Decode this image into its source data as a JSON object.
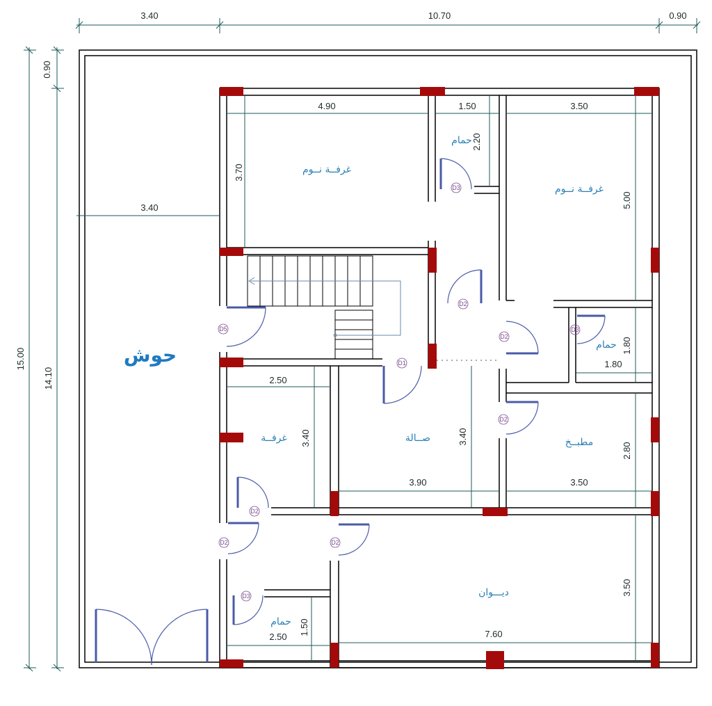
{
  "dimensions": {
    "top": [
      "3.40",
      "10.70",
      "0.90"
    ],
    "left_outer": "15.00",
    "left_inner": "14.10",
    "left_small": "0.90",
    "yard_width": "3.40",
    "bed1_w": "4.90",
    "bed1_h": "3.70",
    "bath1_w": "1.50",
    "bath1_h": "2.20",
    "bed2_w": "3.50",
    "bed2_h": "5.00",
    "bath2_w": "1.80",
    "bath2_h": "1.80",
    "room_w": "2.50",
    "room_h": "3.40",
    "hall_w": "3.90",
    "hall_h": "3.40",
    "kitchen_w": "3.50",
    "kitchen_h": "2.80",
    "bath3_w": "2.50",
    "bath3_h": "1.50",
    "diwan_w": "7.60",
    "diwan_h": "3.50"
  },
  "rooms": {
    "yard": "حوش",
    "bed1": "غرفــة نــوم",
    "bed2": "غرفــة نــوم",
    "bath1": "حمام",
    "bath2": "حمام",
    "bath3": "حمام",
    "room": "غرفــة",
    "hall": "صــالة",
    "kitchen": "مطبــخ",
    "diwan": "ديـــوان"
  },
  "doors": {
    "d1": "D1",
    "d2": "D2",
    "d3": "D3",
    "d5": "D5"
  },
  "colors": {
    "wall": "#000000",
    "column": "#a50a0a",
    "dimension": "#1e5a5a",
    "room_text": "#2a7fb5",
    "door": "#4a5aa8"
  }
}
